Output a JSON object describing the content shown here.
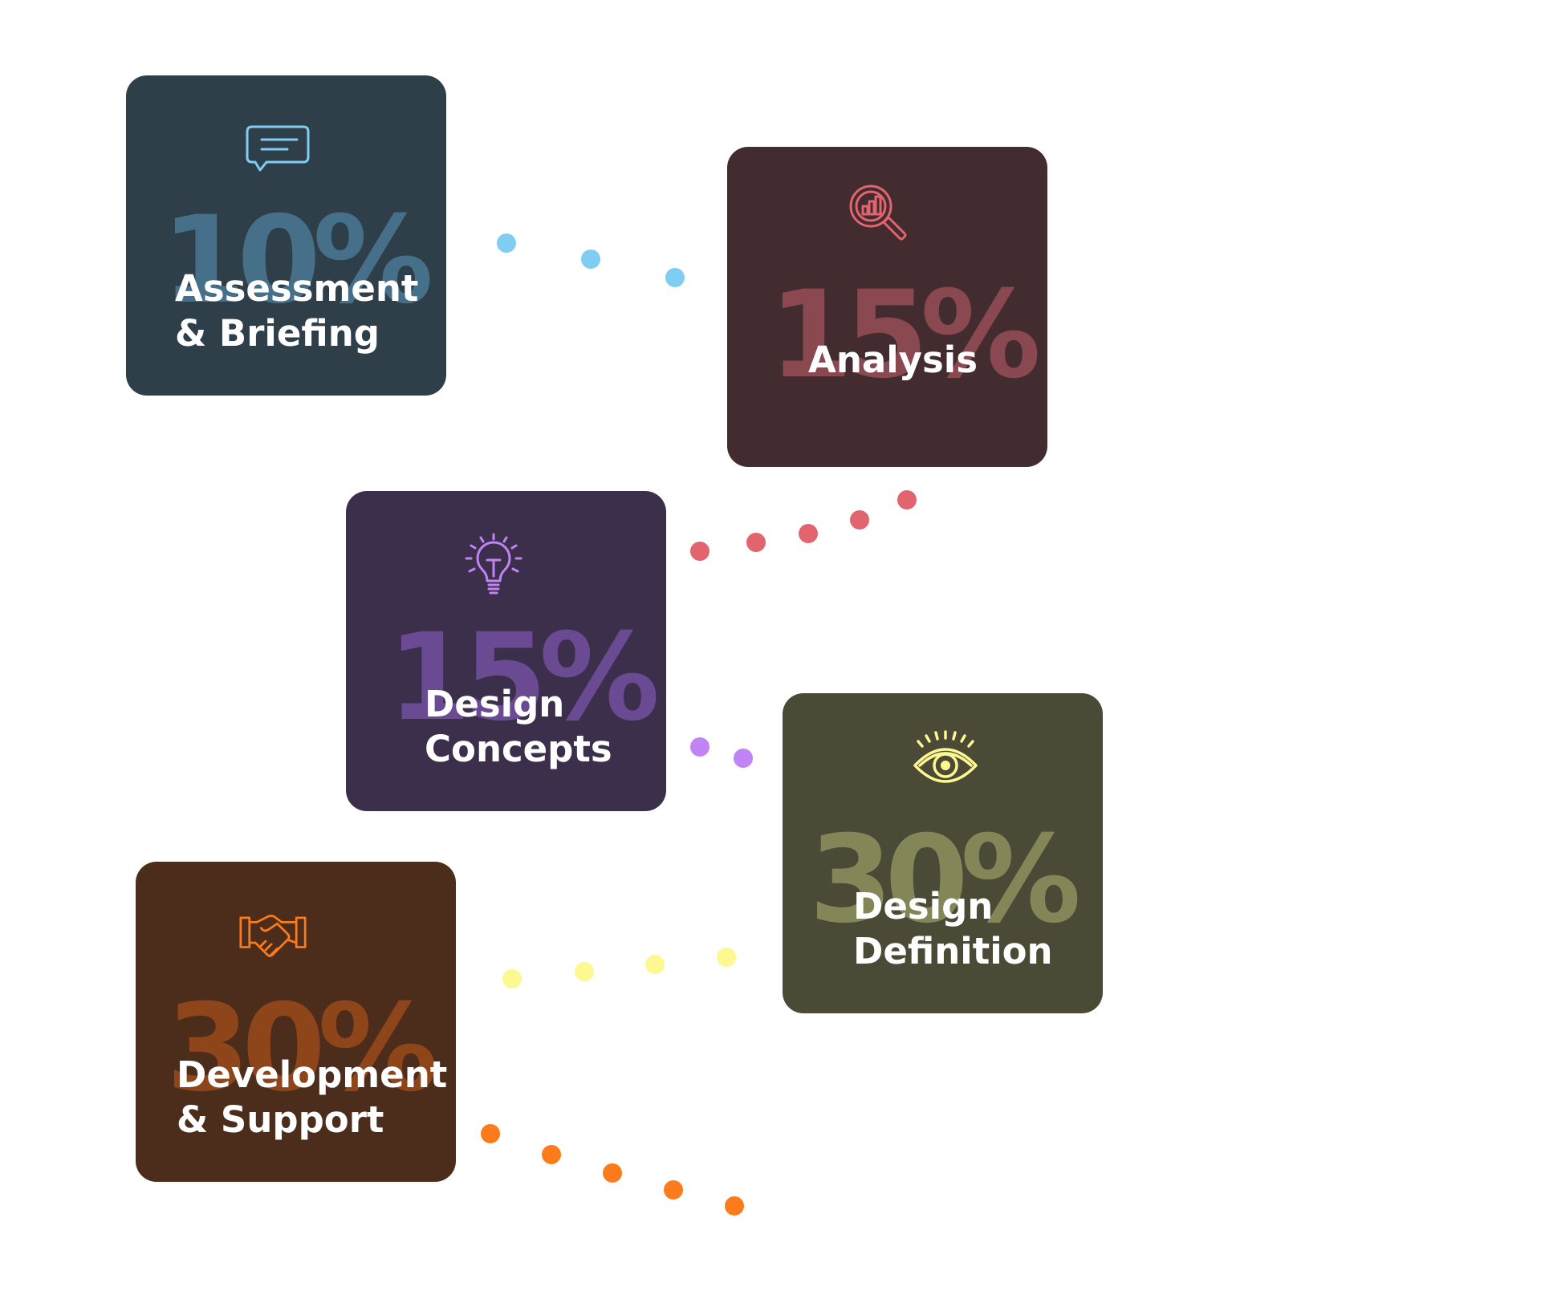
{
  "cards": [
    {
      "percent": "10%",
      "label_line1": "Assessment",
      "label_line2": "& Briefing",
      "icon": "chat-bubble-icon",
      "bg_color": "#2f3f4a",
      "percent_color": "#46708a",
      "icon_color": "#7fcdf2"
    },
    {
      "percent": "15%",
      "label_line1": "Analysis",
      "label_line2": "",
      "icon": "analytics-search-icon",
      "bg_color": "#422c30",
      "percent_color": "#8a4850",
      "icon_color": "#e2646f"
    },
    {
      "percent": "15%",
      "label_line1": "Design",
      "label_line2": "Concepts",
      "icon": "lightbulb-icon",
      "bg_color": "#3c2f4c",
      "percent_color": "#6a4a92",
      "icon_color": "#c084f5"
    },
    {
      "percent": "30%",
      "label_line1": "Design",
      "label_line2": "Definition",
      "icon": "eye-icon",
      "bg_color": "#4a4a37",
      "percent_color": "#848658",
      "icon_color": "#fdf890"
    },
    {
      "percent": "30%",
      "label_line1": "Development",
      "label_line2": "& Support",
      "icon": "handshake-icon",
      "bg_color": "#4c2d1c",
      "percent_color": "#8e4519",
      "icon_color": "#fd7b1a"
    }
  ],
  "connectors": [
    {
      "from": "Assessment & Briefing",
      "to": "Analysis",
      "color": "#7fcdf2",
      "dot_count": 3
    },
    {
      "from": "Analysis",
      "to": "Design Concepts",
      "color": "#e2646f",
      "dot_count": 5
    },
    {
      "from": "Design Concepts",
      "to": "Design Definition",
      "color": "#c084f5",
      "dot_count": 2
    },
    {
      "from": "Design Definition",
      "to": "Development & Support",
      "color": "#fdf890",
      "dot_count": 4
    },
    {
      "from": "Development & Support",
      "to": "",
      "color": "#fd7b1a",
      "dot_count": 5
    }
  ]
}
